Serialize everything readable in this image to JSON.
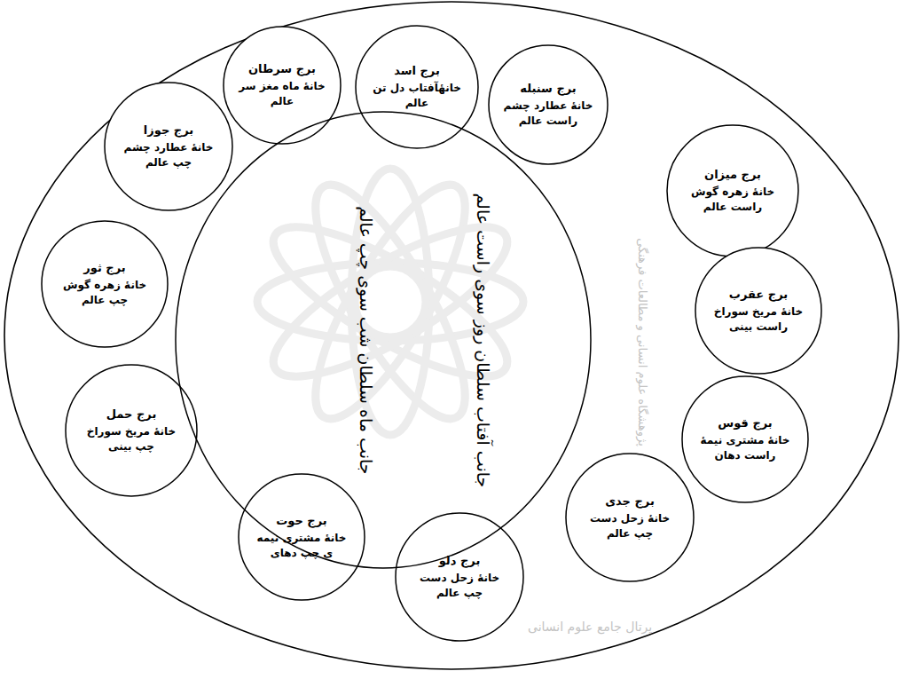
{
  "diagram": {
    "nodes": [
      {
        "text": [
          "برج سرطان",
          "خانهٔ ماه مغز سر عالم"
        ]
      },
      {
        "text": [
          "برج اسد",
          "خانهٔآفتاب دل تن عالم"
        ]
      },
      {
        "text": [
          "برج سنبله",
          "خانهٔ عطارد چشم راست عالم"
        ]
      },
      {
        "text": [
          "برج میزان",
          "خانهٔ زهره گوش راست عالم"
        ]
      },
      {
        "text": [
          "برج عقرب",
          "خانهٔ مریخ سوراخ راست بینی"
        ]
      },
      {
        "text": [
          "برج قوس",
          "خانهٔ مشتری نیمهٔ راست دهان"
        ]
      },
      {
        "text": [
          "برج جدی",
          "خانهٔ زحل دست چپ عالم"
        ]
      },
      {
        "text": [
          "برج دلو",
          "خانهٔ زحل دست چپ عالم"
        ]
      },
      {
        "text": [
          "برج حوت",
          "خانهٔ مشتری نیمه ی چپ دهای"
        ]
      },
      {
        "text": [
          "برج حمل",
          "خانهٔ مریخ سوراخ چپ بینی"
        ]
      },
      {
        "text": [
          "برج ثور",
          "خانهٔ زهره گوش چپ عالم"
        ]
      },
      {
        "text": [
          "برج جوزا",
          "خانهٔ عطارد چشم چپ عالم"
        ]
      },
      {
        "text": [
          "جانب آفتاب سلطان روز سوی راست عالم",
          "جانب ماه سلطان شب سوی چپ عالم"
        ]
      }
    ],
    "labels": [
      "پژوهشگاه علوم انسانی و مطالعات فرهنگی",
      "پرتال جامع علوم انسانی"
    ]
  }
}
